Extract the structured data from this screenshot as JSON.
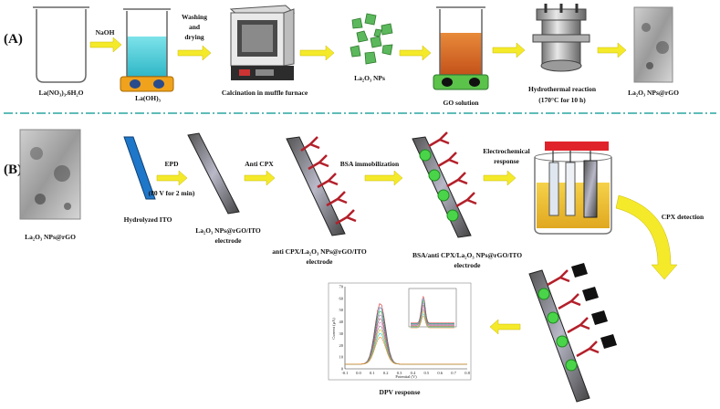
{
  "panelA": {
    "label": "(A)",
    "naoh": "NaOH",
    "washing": "Washing",
    "and": "and",
    "drying": "drying",
    "precursor": "La(NO₃)₃.6H₂O",
    "hydroxide": "La(OH)₃",
    "calcination": "Calcination in muffle furnace",
    "nps": "La₂O₃ NPs",
    "go": "GO solution",
    "hydrothermal": "Hydrothermal reaction",
    "hydrothermal_cond": "(170°C for 10 h)",
    "composite": "La₂O₃ NPs@rGO"
  },
  "panelB": {
    "label": "(B)",
    "composite": "La₂O₃ NPs@rGO",
    "ito": "Hydrolyzed ITO",
    "epd": "EPD",
    "epd_cond": "(80 V for 2 min)",
    "electrode1": "La₂O₃ NPs@rGO/ITO",
    "electrode1b": "electrode",
    "anti_cpx": "Anti CPX",
    "electrode2": "anti CPX/La₂O₃ NPs@rGO/ITO",
    "electrode2b": "electrode",
    "bsa": "BSA immobilization",
    "electrode3": "BSA/anti CPX/La₂O₃ NPs@rGO/ITO",
    "electrode3b": "electrode",
    "echem": "Electrochemical",
    "response": "response",
    "cpx_detection": "CPX detection",
    "dpv": "DPV response",
    "plot_xlabel": "Potential (V)",
    "plot_ylabel": "Current (μA)",
    "plot_xticks": [
      "-0.1",
      "0.0",
      "0.1",
      "0.2",
      "0.3",
      "0.4",
      "0.5",
      "0.6",
      "0.7",
      "0.8"
    ],
    "plot_yticks": [
      "70",
      "60",
      "50",
      "40",
      "30",
      "20",
      "10",
      "0"
    ]
  },
  "colors": {
    "arrow": "#f4ea2a",
    "divider": "#2aa6a0",
    "antibody": "#b3202a",
    "bsa": "#4ad44a",
    "liquid_blue": "#41c9d6",
    "liquid_orange": "#d4621b",
    "ito": "#1f77c9",
    "cpx": "#111111"
  }
}
